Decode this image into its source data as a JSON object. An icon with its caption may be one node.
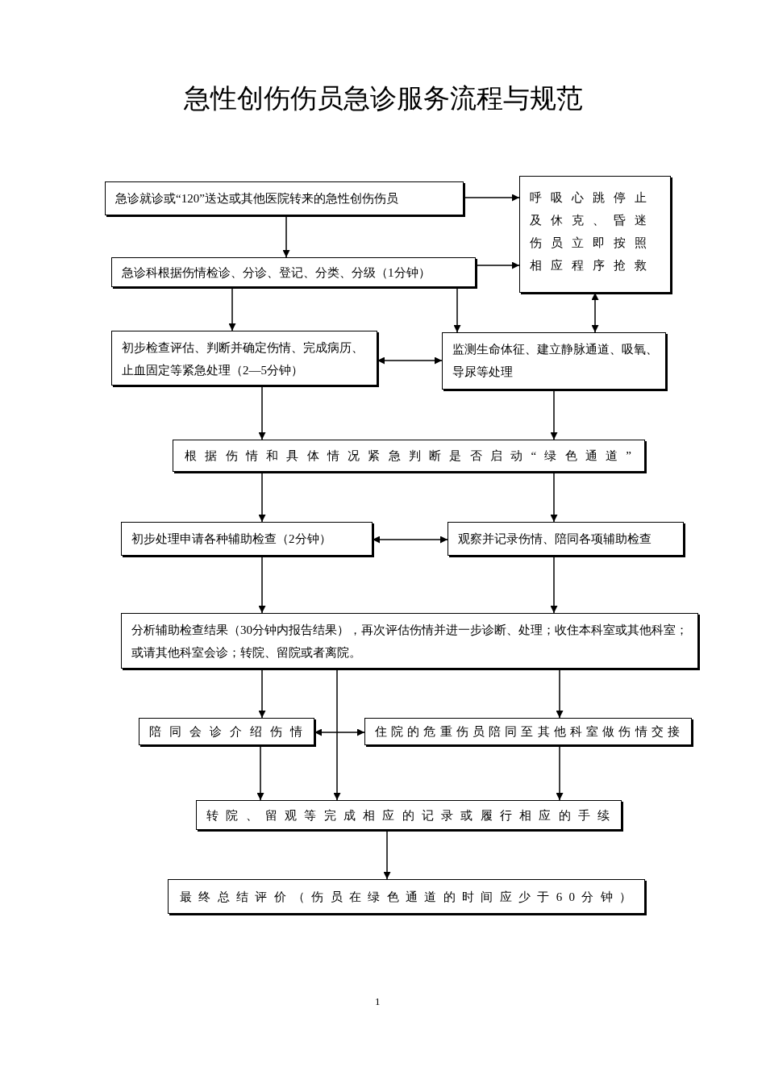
{
  "diagram": {
    "title": "急性创伤伤员急诊服务流程与规范",
    "nodes": [
      {
        "text": [
          "急诊就诊或“120”送达或其他医院转来的急性创伤伤员"
        ]
      },
      {
        "text": [
          "呼吸心跳停止及休克、昏迷伤员立即按照相应程序抢救"
        ]
      },
      {
        "text": [
          "急诊科根据伤情检诊、分诊、登记、分类、分级（1分钟）"
        ]
      },
      {
        "text": [
          "初步检查评估、判断并确定伤情、完成病历、止血固定等紧急处理（2—5分钟）"
        ]
      },
      {
        "text": [
          "监测生命体征、建立静脉通道、吸氧、导尿等处理"
        ]
      },
      {
        "text": [
          "根据伤情和具体情况紧急判断是否启动“绿色通道”"
        ]
      },
      {
        "text": [
          "初步处理申请各种辅助检查（2分钟）"
        ]
      },
      {
        "text": [
          "观察并记录伤情、陪同各项辅助检查"
        ]
      },
      {
        "text": [
          "分析辅助检查结果（30分钟内报告结果），再次评估伤情并进一步诊断、处理；收住本科室或其他科室；或请其他科室会诊；转院、留院或者离院。"
        ]
      },
      {
        "text": [
          "陪同会诊介绍伤情"
        ]
      },
      {
        "text": [
          "住院的危重伤员陪同至其他科室做伤情交接"
        ]
      },
      {
        "text": [
          "转院、留观等完成相应的记录或履行相应的手续"
        ]
      },
      {
        "text": [
          "最终总结评价（伤员在绿色通道的时间应少于60分钟）"
        ]
      }
    ],
    "edges": [
      {
        "from": 0,
        "to": 1,
        "arrow": "to"
      },
      {
        "from": 0,
        "to": 2,
        "arrow": "to"
      },
      {
        "from": 2,
        "to": 1,
        "arrow": "to"
      },
      {
        "from": 2,
        "to": 3,
        "arrow": "to"
      },
      {
        "from": 2,
        "to": 4,
        "arrow": "to"
      },
      {
        "from": 1,
        "to": 4,
        "arrow": "both"
      },
      {
        "from": 3,
        "to": 4,
        "arrow": "both"
      },
      {
        "from": 3,
        "to": 5,
        "arrow": "to"
      },
      {
        "from": 4,
        "to": 5,
        "arrow": "to"
      },
      {
        "from": 5,
        "to": 6,
        "arrow": "to"
      },
      {
        "from": 5,
        "to": 7,
        "arrow": "to"
      },
      {
        "from": 6,
        "to": 7,
        "arrow": "both"
      },
      {
        "from": 6,
        "to": 8,
        "arrow": "to"
      },
      {
        "from": 7,
        "to": 8,
        "arrow": "to"
      },
      {
        "from": 8,
        "to": 9,
        "arrow": "to"
      },
      {
        "from": 8,
        "to": 11,
        "arrow": "to"
      },
      {
        "from": 8,
        "to": 10,
        "arrow": "to"
      },
      {
        "from": 9,
        "to": 10,
        "arrow": "both"
      },
      {
        "from": 9,
        "to": 11,
        "arrow": "to"
      },
      {
        "from": 10,
        "to": 11,
        "arrow": "to"
      },
      {
        "from": 11,
        "to": 12,
        "arrow": "to"
      }
    ],
    "labels": [
      "1"
    ]
  }
}
